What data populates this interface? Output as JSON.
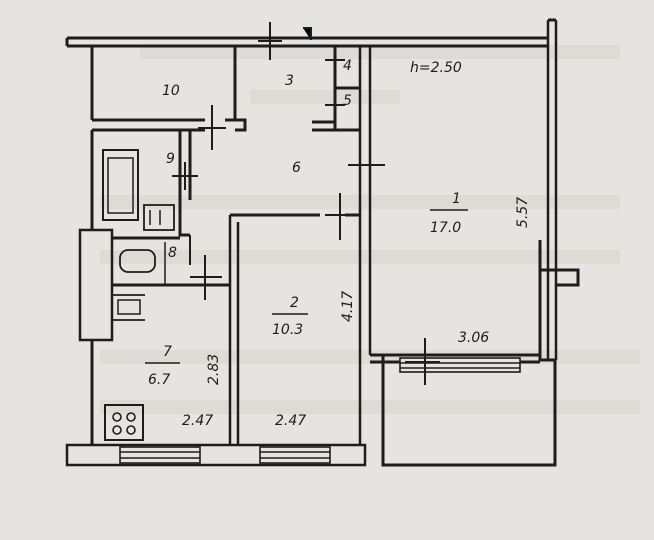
{
  "plan": {
    "ceiling_height": "h=2.50",
    "rooms": [
      {
        "id": "1",
        "number": "1",
        "area": "17.0"
      },
      {
        "id": "2",
        "number": "2",
        "area": "10.3"
      },
      {
        "id": "3",
        "number": "3"
      },
      {
        "id": "4",
        "number": "4"
      },
      {
        "id": "5",
        "number": "5"
      },
      {
        "id": "6",
        "number": "6"
      },
      {
        "id": "7",
        "number": "7",
        "area": "6.7"
      },
      {
        "id": "8",
        "number": "8"
      },
      {
        "id": "9",
        "number": "9"
      },
      {
        "id": "10",
        "number": "10"
      }
    ],
    "dimensions": {
      "room1_height": "5.57",
      "room1_width": "3.06",
      "room2_height": "4.17",
      "room2_width": "2.47",
      "room7_height": "2.83",
      "room7_width": "2.47"
    }
  },
  "colors": {
    "paper": "#e6e4e0",
    "ink": "#1d1d1d"
  }
}
